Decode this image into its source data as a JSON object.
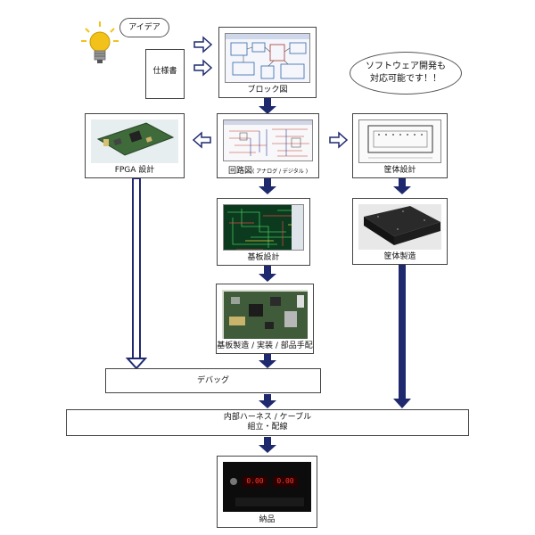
{
  "idea": {
    "label": "アイデア"
  },
  "spec": {
    "label": "仕様書"
  },
  "software_note": {
    "line1": "ソフトウェア開発も",
    "line2": "対応可能です！！"
  },
  "steps": {
    "block_diagram": "ブロック図",
    "fpga_design": "FPGA 設計",
    "circuit_diagram": "回路図",
    "circuit_sub": "( アナログ / デジタル )",
    "housing_design": "筐体設計",
    "board_design": "基板設計",
    "housing_manufacture": "筐体製造",
    "board_manufacture": "基板製造 / 実装 / 部品手配",
    "debug": "デバッグ",
    "assembly_line1": "内部ハーネス / ケーブル",
    "assembly_line2": "組立・配線",
    "delivery": "納品"
  },
  "device_display": {
    "left": "0.00",
    "right": "0.00"
  },
  "colors": {
    "arrow": "#1f2a6e",
    "outline_arrow": "#1f2a6e",
    "board_green": "#3f5b3a",
    "pcb_dark": "#0b3a1f",
    "bulb": "#f2c21a"
  }
}
